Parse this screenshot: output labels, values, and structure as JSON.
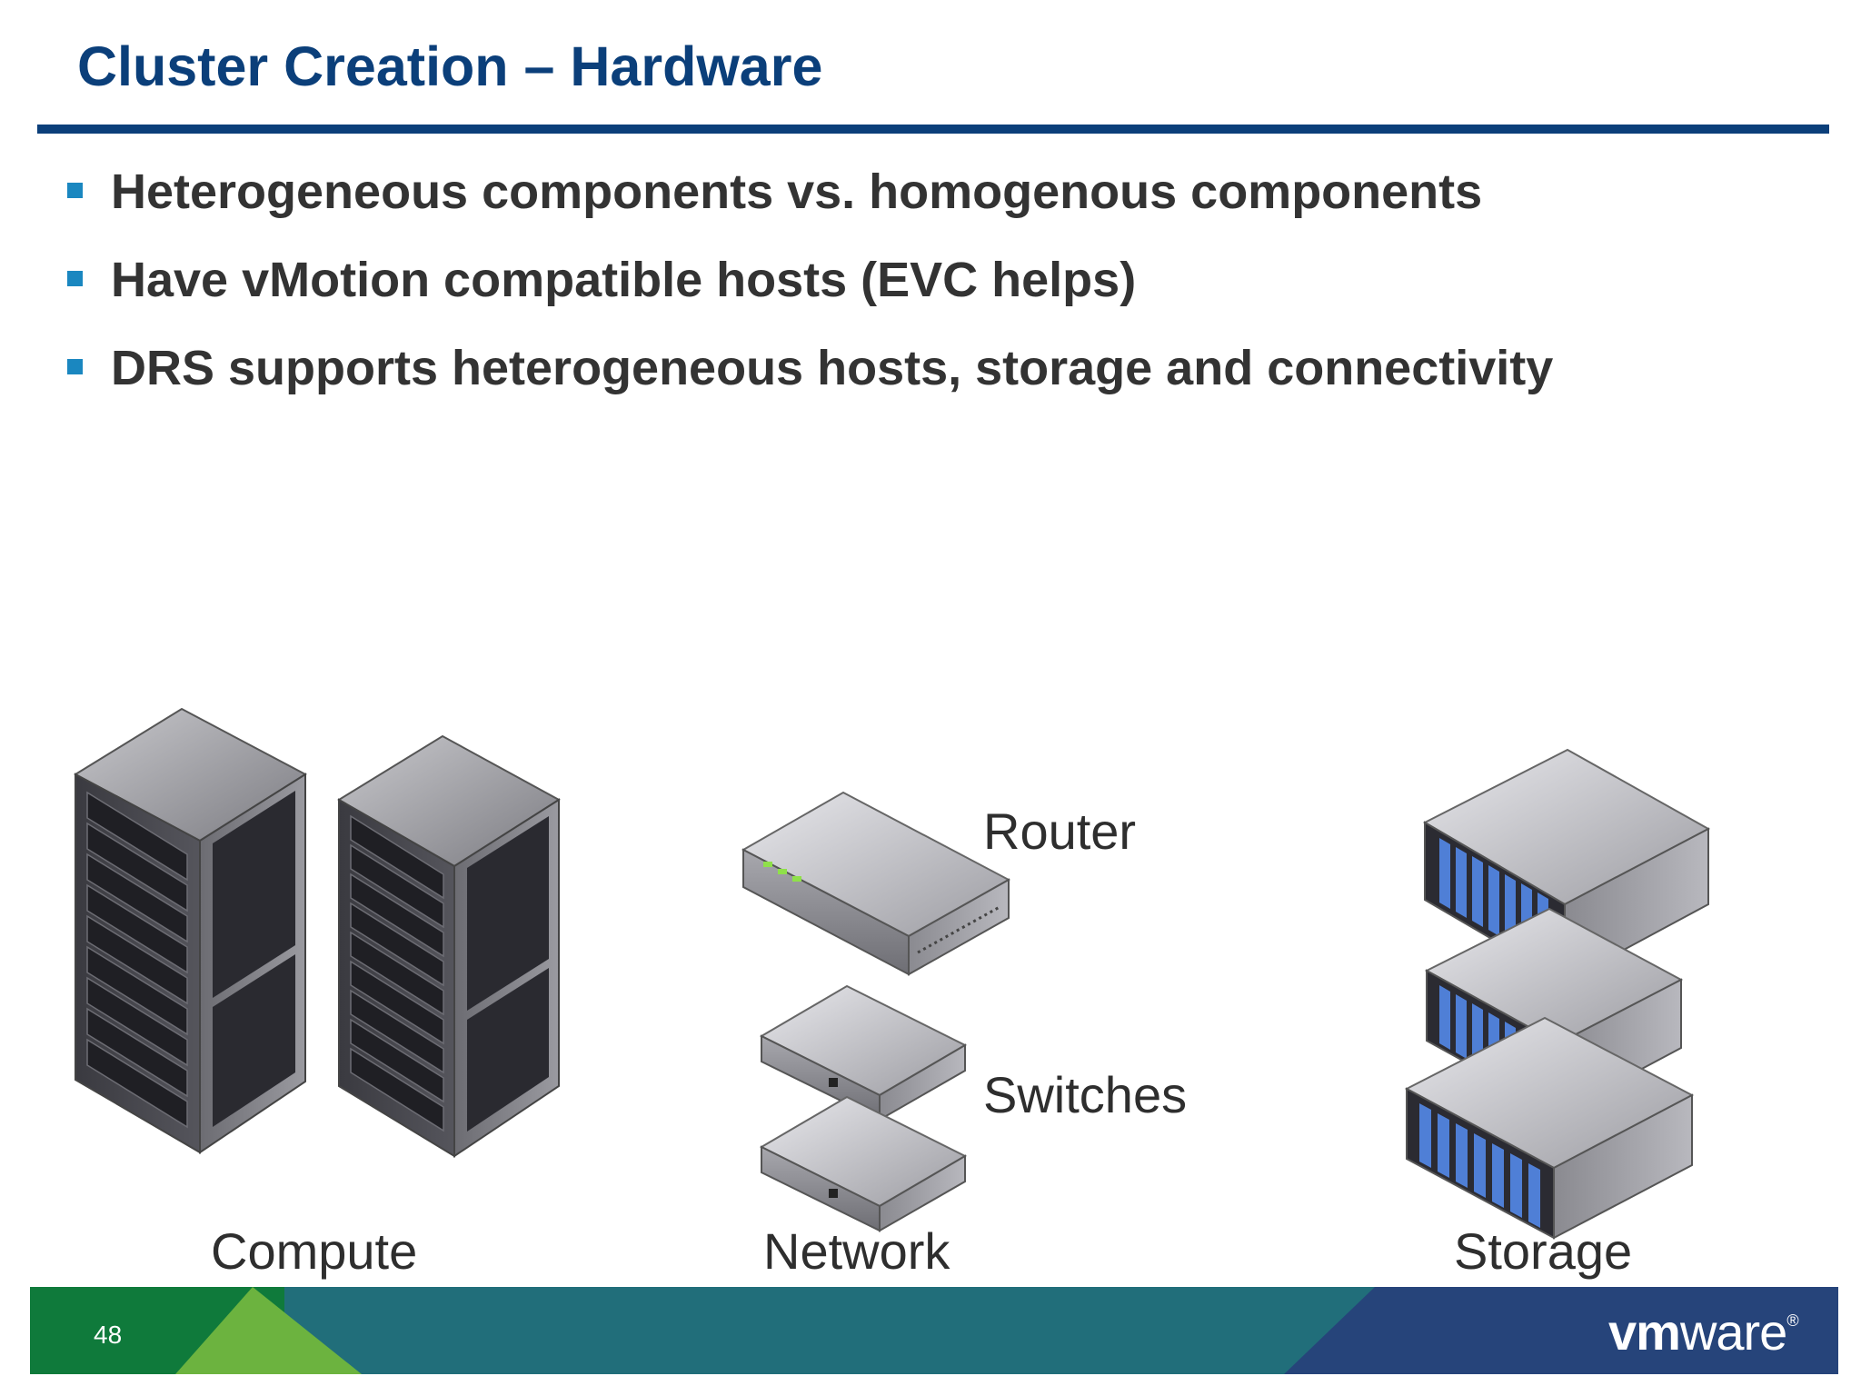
{
  "slide": {
    "title": "Cluster Creation – Hardware",
    "bullets": [
      "Heterogeneous components vs. homogenous components",
      "Have vMotion compatible hosts (EVC helps)",
      "DRS supports heterogeneous hosts, storage and connectivity"
    ],
    "labels": {
      "compute": "Compute",
      "network": "Network",
      "storage": "Storage",
      "router": "Router",
      "switches": "Switches"
    },
    "page_number": "48",
    "logo": {
      "vm": "vm",
      "ware": "ware",
      "reg": "®"
    }
  },
  "colors": {
    "title": "#0b3f7a",
    "rule": "#0b3f7a",
    "bullet_square": "#1a87c0",
    "footer_green": "#0f7a3b",
    "footer_lime": "#6cb33f",
    "footer_teal": "#216e7a",
    "footer_navy": "#26447a"
  },
  "icons": [
    "server-rack-icon",
    "router-icon",
    "network-switch-icon",
    "storage-array-icon"
  ]
}
